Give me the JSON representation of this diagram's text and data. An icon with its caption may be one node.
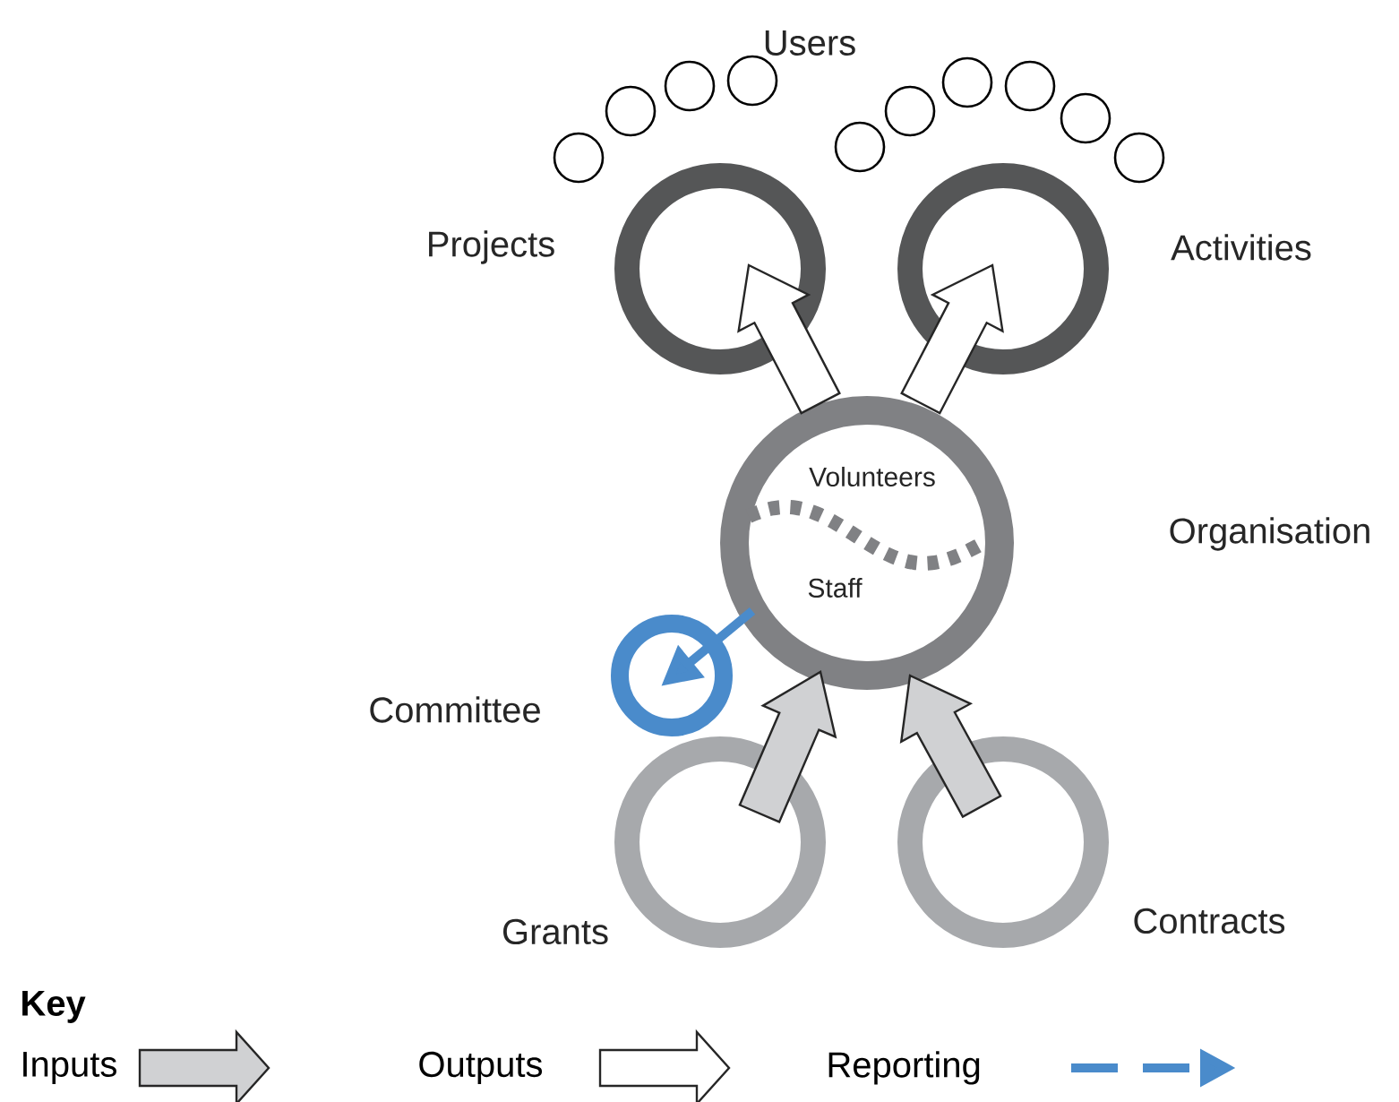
{
  "diagram": {
    "nodes": [
      {
        "text": [
          "Users"
        ]
      },
      {
        "text": [
          "Projects"
        ]
      },
      {
        "text": [
          "Activities"
        ]
      },
      {
        "text": [
          "Organisation",
          "Volunteers",
          "Staff"
        ]
      },
      {
        "text": [
          "Committee"
        ]
      },
      {
        "text": [
          "Grants"
        ]
      },
      {
        "text": [
          "Contracts"
        ]
      }
    ],
    "edges": [
      {
        "from": 3,
        "to": 1,
        "arrow": "to",
        "style": "thick",
        "color": "#ffffff"
      },
      {
        "from": 3,
        "to": 2,
        "arrow": "to",
        "style": "thick",
        "color": "#ffffff"
      },
      {
        "from": 5,
        "to": 3,
        "arrow": "to",
        "style": "thick",
        "color": "#d0d1d3"
      },
      {
        "from": 6,
        "to": 3,
        "arrow": "to",
        "style": "thick",
        "color": "#d0d1d3"
      },
      {
        "from": 3,
        "to": 4,
        "arrow": "to",
        "color": "#4a8bcb"
      }
    ],
    "labels": [
      "Key"
    ],
    "legend": [
      {
        "text": "Inputs",
        "color": "#d0d1d3"
      },
      {
        "text": "Outputs"
      },
      {
        "text": "Reporting"
      }
    ]
  }
}
